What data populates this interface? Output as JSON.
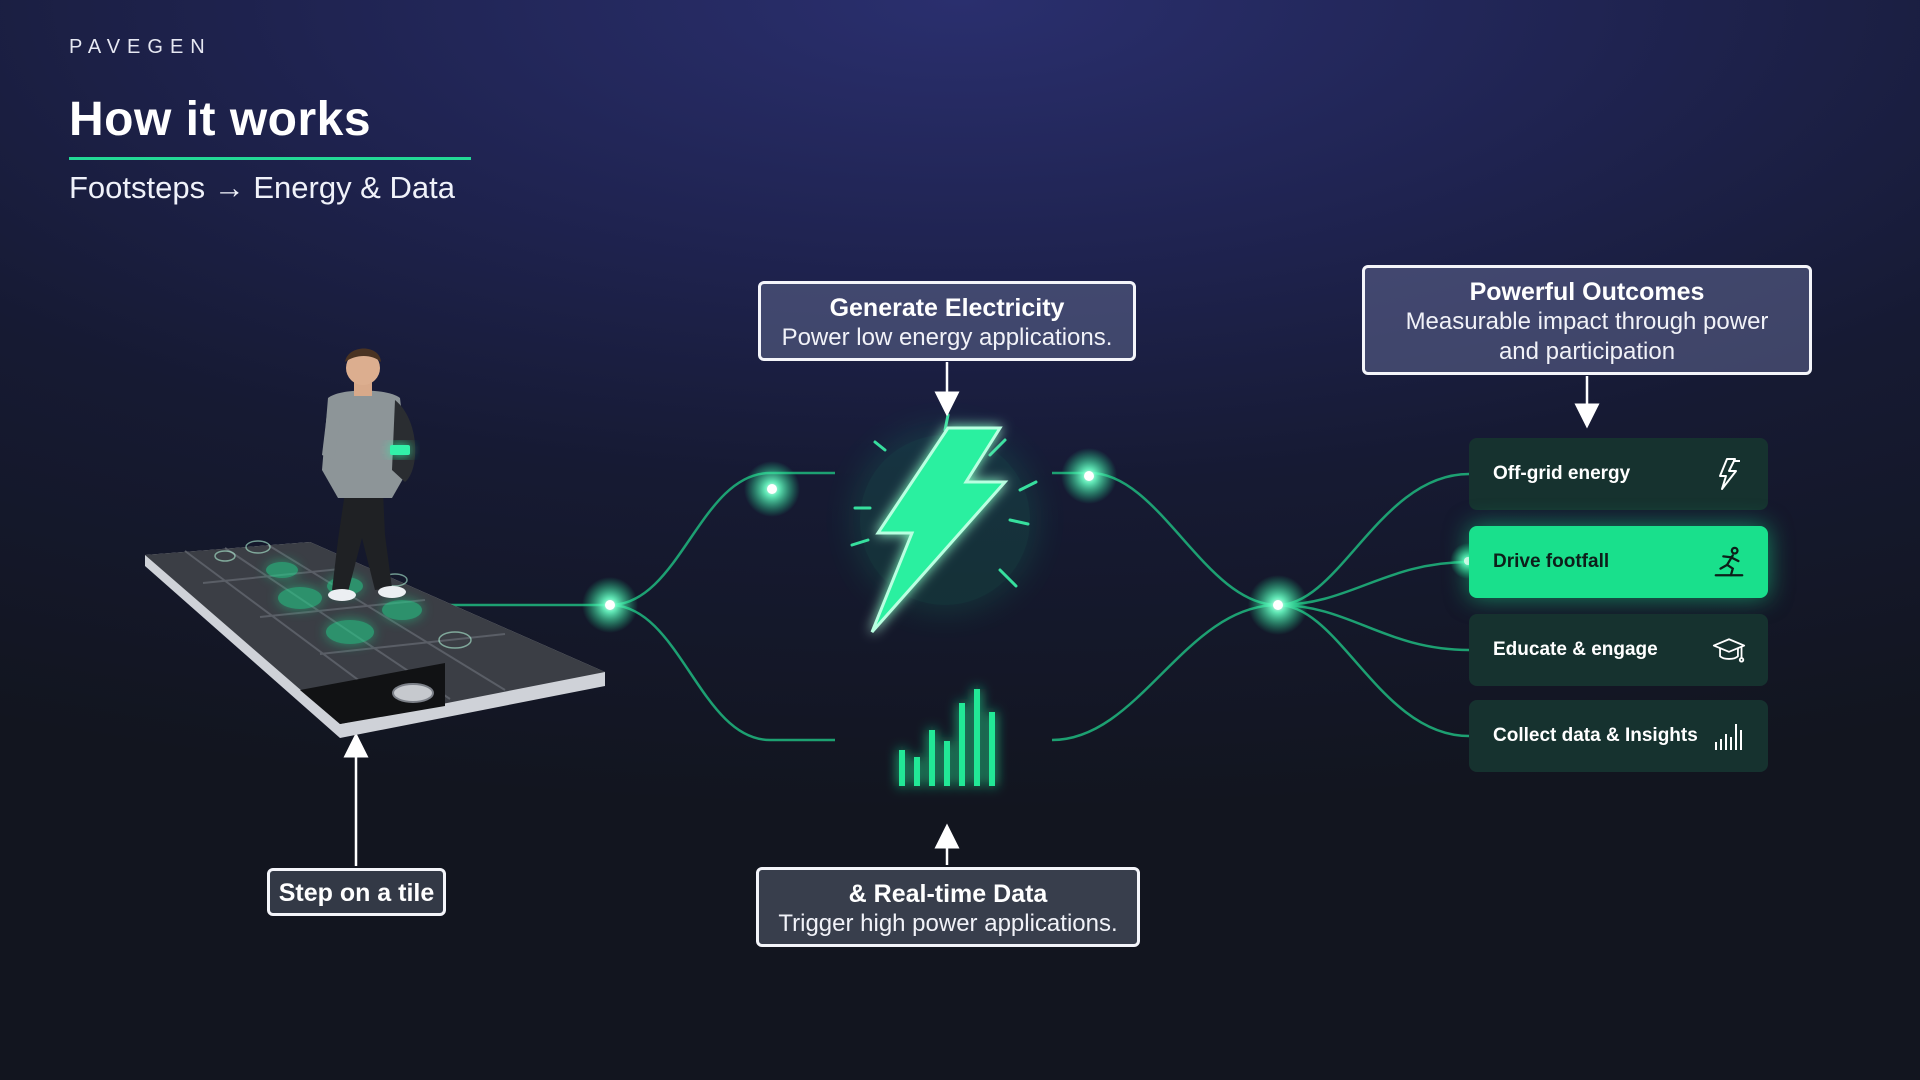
{
  "brand": {
    "logo": "PAVEGEN"
  },
  "header": {
    "title": "How it works",
    "subtitle": "Footsteps → Energy & Data"
  },
  "colors": {
    "accent": "#23d996",
    "background": "#1b1f3f",
    "card": "#16322f",
    "card_active": "#19e08c"
  },
  "generate": {
    "title": "Generate Electricity",
    "subtitle": "Power low energy applications."
  },
  "outcomes": {
    "title": "Powerful Outcomes",
    "subtitle_line1": "Measurable impact through power",
    "subtitle_line2": "and participation"
  },
  "data_box": {
    "title": "& Real-time Data",
    "subtitle": "Trigger high power applications."
  },
  "step": {
    "label": "Step on a tile"
  },
  "cards": [
    {
      "label": "Off-grid energy",
      "icon": "lightning-icon",
      "active": false
    },
    {
      "label": "Drive footfall",
      "icon": "runner-icon",
      "active": true
    },
    {
      "label": "Educate & engage",
      "icon": "graduation-cap-icon",
      "active": false
    },
    {
      "label": "Collect data & Insights",
      "icon": "bar-chart-icon",
      "active": false
    }
  ]
}
